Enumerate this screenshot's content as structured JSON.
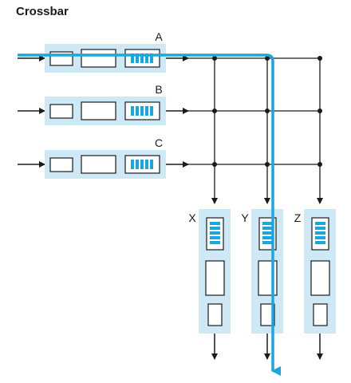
{
  "diagram": {
    "title": "Crossbar",
    "inputs": [
      {
        "label": "A",
        "highlighted": true
      },
      {
        "label": "B",
        "highlighted": false
      },
      {
        "label": "C",
        "highlighted": false
      }
    ],
    "outputs": [
      {
        "label": "X",
        "highlighted": false
      },
      {
        "label": "Y",
        "highlighted": true
      },
      {
        "label": "Z",
        "highlighted": false
      }
    ],
    "route": {
      "from": "A",
      "to": "Y"
    },
    "colors": {
      "port_fill": "#cfe8f5",
      "packet_blue": "#1aa7e0",
      "line": "#1a1a1a",
      "box_fill": "#ffffff"
    }
  }
}
